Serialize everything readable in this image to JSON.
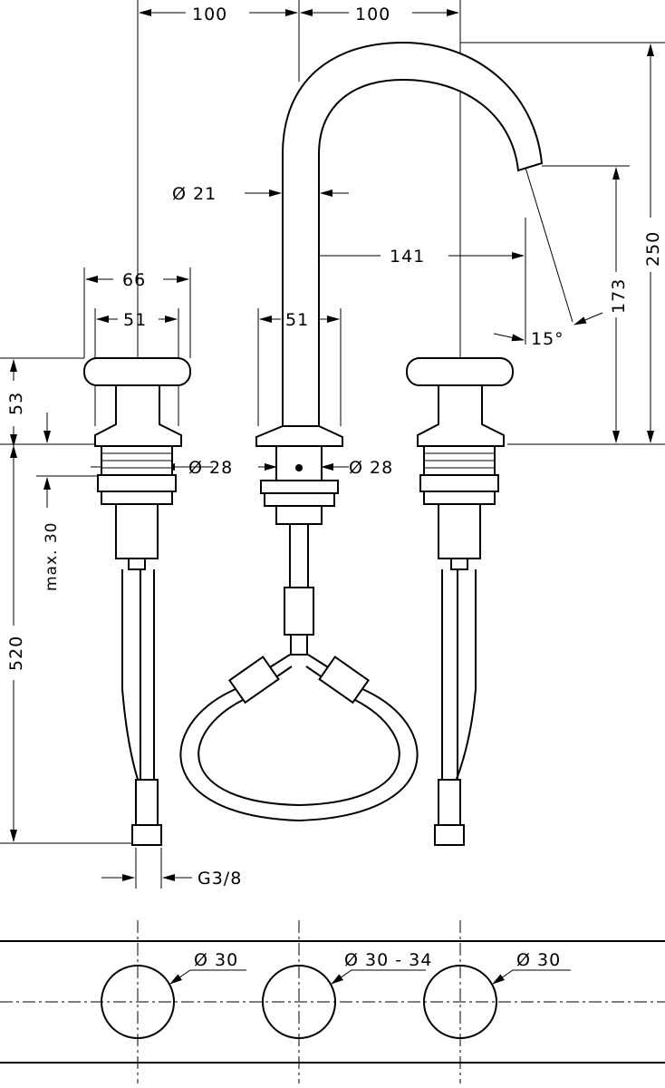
{
  "dimensions": {
    "top_left_spacing": "100",
    "top_right_spacing": "100",
    "total_height": "250",
    "spout_height": "173",
    "spout_reach": "141",
    "spout_diameter": "Ø  21",
    "handle_width": "66",
    "handle_base_width": "51",
    "spout_base_width": "51",
    "spout_angle": "15°",
    "handle_height": "53",
    "hose_length": "520",
    "max_deck_thickness": "max. 30",
    "left_thread_diameter": "Ø 28",
    "center_thread_diameter": "Ø 28",
    "connection_thread": "G3/8"
  },
  "plan_view": {
    "left_hole": "Ø 30",
    "center_hole": "Ø 30 - 34",
    "right_hole": "Ø 30"
  }
}
